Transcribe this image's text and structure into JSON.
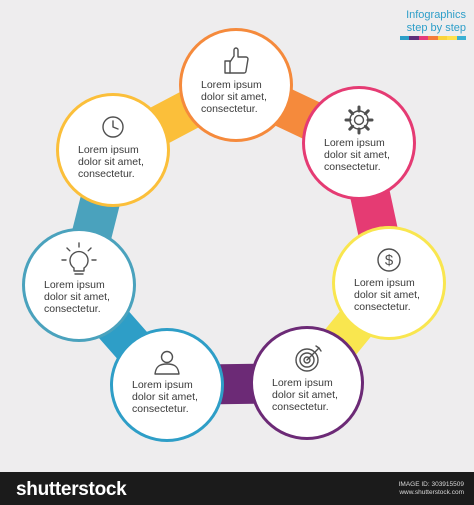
{
  "header": {
    "title_line1": "Infographics",
    "title_line2": "step by step",
    "color_bar": [
      "#2c9fc8",
      "#5e2f7a",
      "#e5397a",
      "#f47c3a",
      "#fbd33a",
      "#ffe14d",
      "#3ab0d3"
    ]
  },
  "steps": [
    {
      "icon": "thumbs-up-icon",
      "lines": [
        "Lorem ipsum",
        "dolor sit amet,",
        "consectetur."
      ],
      "color": "#f58a3c"
    },
    {
      "icon": "gear-icon",
      "lines": [
        "Lorem ipsum",
        "dolor sit amet,",
        "consectetur."
      ],
      "color": "#e53b73"
    },
    {
      "icon": "dollar-icon",
      "lines": [
        "Lorem ipsum",
        "dolor sit amet,",
        "consectetur."
      ],
      "color": "#f9e64f"
    },
    {
      "icon": "target-icon",
      "lines": [
        "Lorem ipsum",
        "dolor sit amet,",
        "consectetur."
      ],
      "color": "#6c2a76"
    },
    {
      "icon": "user-icon",
      "lines": [
        "Lorem ipsum",
        "dolor sit amet,",
        "consectetur."
      ],
      "color": "#2e9ec7"
    },
    {
      "icon": "lightbulb-icon",
      "lines": [
        "Lorem ipsum",
        "dolor sit amet,",
        "consectetur."
      ],
      "color": "#4aa2bd"
    },
    {
      "icon": "clock-icon",
      "lines": [
        "Lorem ipsum",
        "dolor sit amet,",
        "consectetur."
      ],
      "color": "#fbbf3a"
    }
  ],
  "footer": {
    "logo": "shutterstock",
    "image_id": "IMAGE ID: 303915509",
    "site": "www.shutterstock.com"
  }
}
